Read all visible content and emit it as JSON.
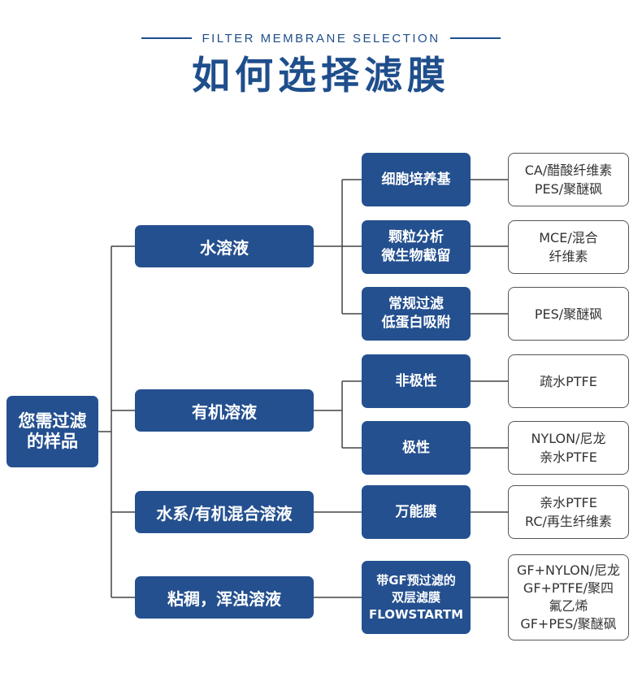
{
  "header": {
    "subtitle": "FILTER MEMBRANE SELECTION",
    "title": "如何选择滤膜"
  },
  "root": {
    "lines": [
      "您需过滤",
      "的样品"
    ]
  },
  "samples": [
    {
      "label": "水溶液"
    },
    {
      "label": "有机溶液"
    },
    {
      "label": "水系/有机混合溶液"
    },
    {
      "label": "粘稠，浑浊溶液"
    }
  ],
  "applications": [
    {
      "lines": [
        "细胞培养基"
      ]
    },
    {
      "lines": [
        "颗粒分析",
        "微生物截留"
      ]
    },
    {
      "lines": [
        "常规过滤",
        "低蛋白吸附"
      ]
    },
    {
      "lines": [
        "非极性"
      ]
    },
    {
      "lines": [
        "极性"
      ]
    },
    {
      "lines": [
        "万能膜"
      ]
    },
    {
      "lines": [
        "带GF预过滤的",
        "双层滤膜",
        "FLOWSTARTM"
      ]
    }
  ],
  "membranes": [
    {
      "lines": [
        "CA/醋酸纤维素",
        "PES/聚醚砜"
      ]
    },
    {
      "lines": [
        "MCE/混合",
        "纤维素"
      ]
    },
    {
      "lines": [
        "PES/聚醚砜"
      ]
    },
    {
      "lines": [
        "疏水PTFE"
      ]
    },
    {
      "lines": [
        "NYLON/尼龙",
        "亲水PTFE"
      ]
    },
    {
      "lines": [
        "亲水PTFE",
        "RC/再生纤维素"
      ]
    },
    {
      "lines": [
        "GF+NYLON/尼龙",
        "GF+PTFE/聚四",
        "氟乙烯",
        "GF+PES/聚醚砜"
      ]
    }
  ],
  "colors": {
    "primary": "#24508f",
    "outline": "#555555",
    "line": "#444444"
  }
}
